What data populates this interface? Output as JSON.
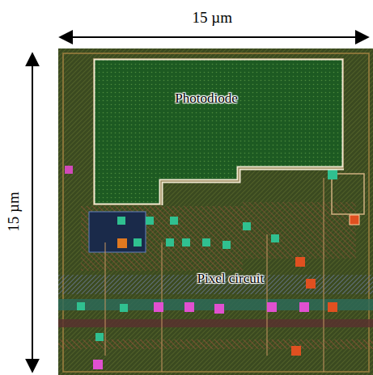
{
  "diagram": {
    "nodes": [
      {
        "text": [
          "Photodiode"
        ]
      }
    ],
    "labels": [
      "15 µm",
      "15 µm",
      "Pixel circuit"
    ]
  }
}
